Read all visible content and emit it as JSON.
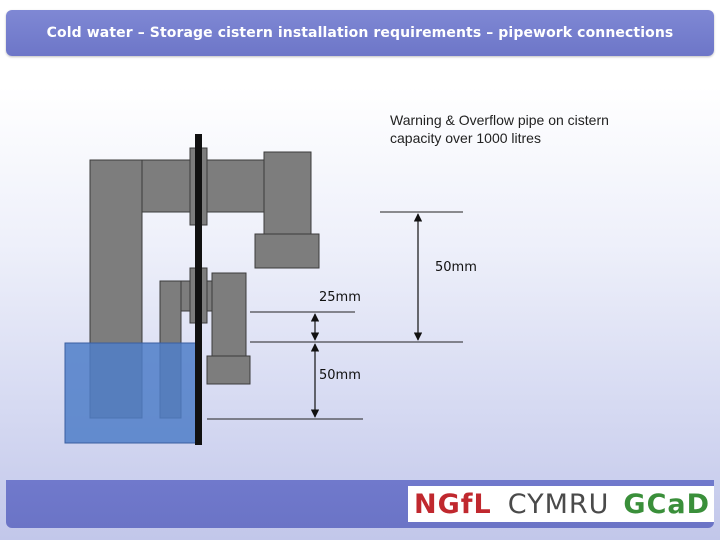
{
  "title": "Cold water – Storage cistern installation requirements – pipework connections",
  "diagram": {
    "warning_label": "Warning & Overflow pipe on cistern capacity over 1000 litres",
    "dim_upper": "50mm",
    "dim_middle": "25mm",
    "dim_lower": "50mm",
    "pipe_color": "#7d7d7d",
    "pipe_stroke": "#3c3c3c",
    "water_color": "#4f7ec8",
    "wall_color": "#111111"
  },
  "logo": {
    "part1": "NGfL",
    "part2": "CYMRU",
    "part3": "GCaD"
  }
}
